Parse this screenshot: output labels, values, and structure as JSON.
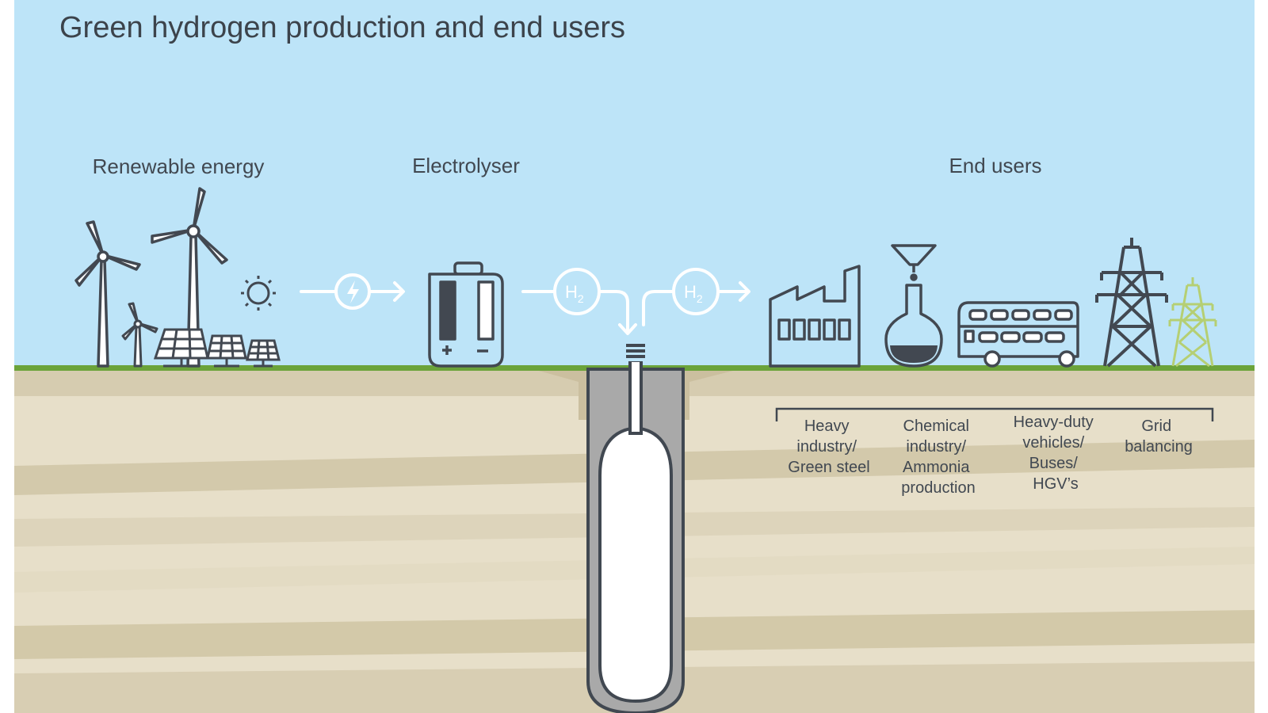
{
  "title": "Green hydrogen production and end users",
  "sections": {
    "renewable": "Renewable energy",
    "electrolyser": "Electrolyser",
    "end_users": "End users"
  },
  "h2_label": {
    "main": "H",
    "sub": "2"
  },
  "end_users": [
    {
      "icon": "factory-icon",
      "lines": [
        "Heavy",
        "industry/",
        "Green steel"
      ]
    },
    {
      "icon": "flask-icon",
      "lines": [
        "Chemical",
        "industry/",
        "Ammonia",
        "production"
      ]
    },
    {
      "icon": "bus-icon",
      "lines": [
        "Heavy-duty",
        "vehicles/",
        "Buses/",
        "HGV’s"
      ]
    },
    {
      "icon": "pylon-icon",
      "lines": [
        "Grid",
        "balancing"
      ]
    }
  ],
  "colors": {
    "sky": "#bde4f8",
    "grass": "#6ba33a",
    "icon_stroke": "#424851",
    "pipe": "#ffffff",
    "pylon_secondary": "#b5cf73",
    "cavern": "#ffffff"
  }
}
